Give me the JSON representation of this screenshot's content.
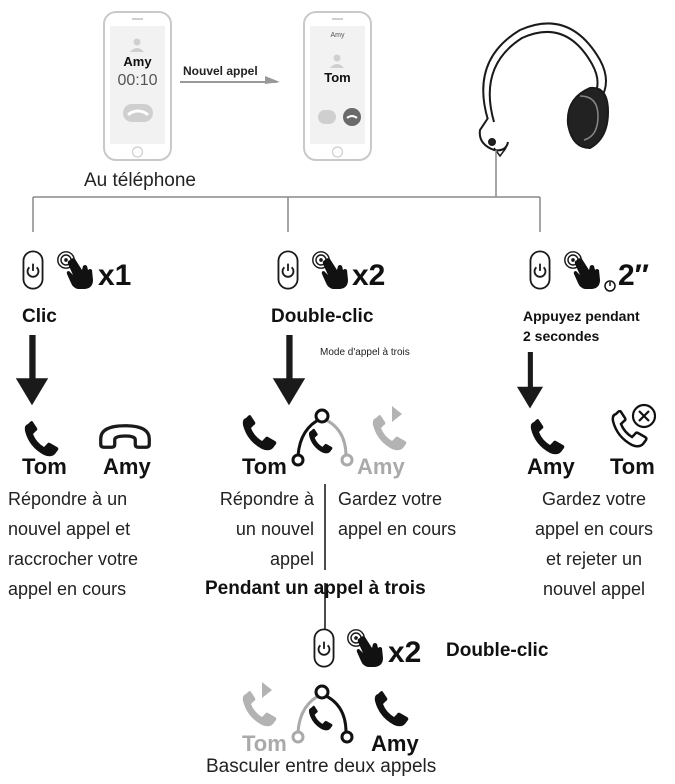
{
  "top": {
    "phone1": {
      "caller": "Amy",
      "timer": "00:10"
    },
    "phone2": {
      "banner": "Amy",
      "caller": "Tom"
    },
    "arrow_label": "Nouvel appel",
    "caption": "Au téléphone"
  },
  "branches": [
    {
      "multiplier": "x1",
      "action": "Clic",
      "note": "",
      "left_name": "Tom",
      "right_name": "Amy",
      "desc": [
        "Répondre à un",
        "nouvel appel et",
        "raccrocher votre",
        "appel en cours"
      ]
    },
    {
      "multiplier": "x2",
      "action": "Double-clic",
      "note": "Mode d'appel à trois",
      "left_name": "Tom",
      "right_name": "Amy",
      "desc_left": [
        "Répondre à",
        "un nouvel",
        "appel"
      ],
      "desc_right": [
        "Gardez votre",
        "appel en cours"
      ]
    },
    {
      "multiplier": "2″",
      "action_lines": [
        "Appuyez pendant",
        "2 secondes"
      ],
      "left_name": "Amy",
      "right_name": "Tom",
      "desc": [
        "Gardez votre",
        "appel en cours",
        "et rejeter un",
        "nouvel appel"
      ]
    }
  ],
  "threeway": {
    "title": "Pendant un appel à trois",
    "multiplier": "x2",
    "action": "Double-clic",
    "left_name": "Tom",
    "right_name": "Amy",
    "caption": "Basculer entre deux appels"
  },
  "colors": {
    "ink": "#111111",
    "muted": "#aaaaaa",
    "line": "#888888"
  }
}
